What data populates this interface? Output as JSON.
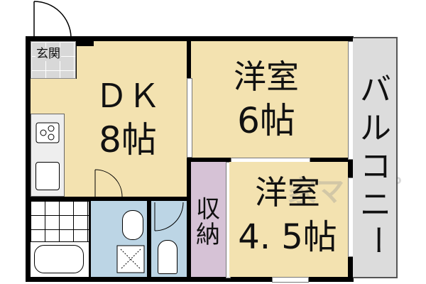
{
  "rooms": {
    "genkan": {
      "label": "玄関",
      "color": "#d8d8d8"
    },
    "dk": {
      "label": "ＤＫ",
      "size": "8帖",
      "color": "#f3e2b0"
    },
    "western_room_1": {
      "label": "洋室",
      "size": "6帖",
      "color": "#f3e2b0"
    },
    "western_room_2": {
      "label": "洋室",
      "size": "4. 5帖",
      "color": "#f3e2b0"
    },
    "storage": {
      "label_1": "収",
      "label_2": "納",
      "color": "#d6c2d6"
    },
    "balcony": {
      "label": [
        "バ",
        "ル",
        "コ",
        "ニ",
        "ー"
      ],
      "color": "#dcdcdc"
    },
    "bath": {
      "color": "#ffffff"
    },
    "washroom": {
      "color": "#bcd5e5"
    },
    "toilet": {
      "color": "#bcd5e5"
    }
  },
  "watermark": "家マップ"
}
